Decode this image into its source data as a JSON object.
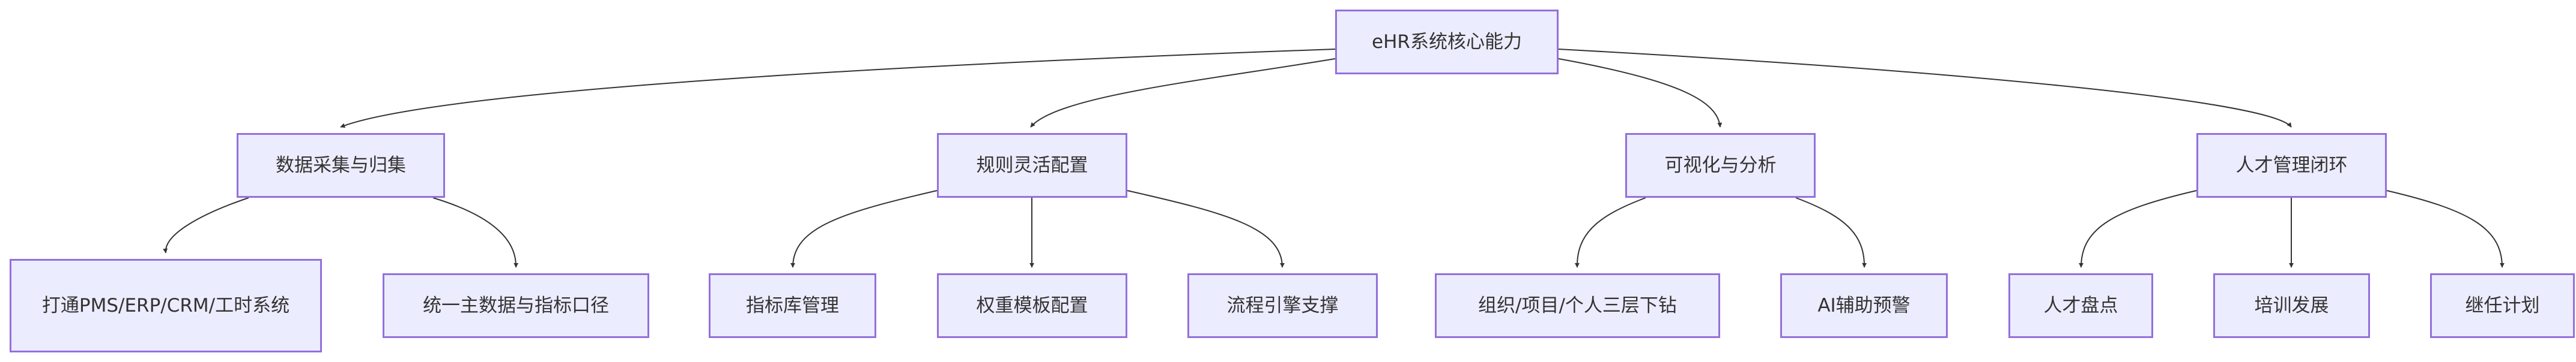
{
  "diagram": {
    "type": "flowchart-tree",
    "colors": {
      "node_fill": "#ECECFF",
      "node_border": "#9370DB",
      "edge": "#333333",
      "text": "#333333"
    },
    "root": {
      "id": "root",
      "label": "eHR系统核心能力"
    },
    "branches": [
      {
        "id": "b1",
        "label": "数据采集与归集",
        "children": [
          {
            "id": "b1c1",
            "label": "打通PMS/ERP/CRM/工时系统"
          },
          {
            "id": "b1c2",
            "label": "统一主数据与指标口径"
          }
        ]
      },
      {
        "id": "b2",
        "label": "规则灵活配置",
        "children": [
          {
            "id": "b2c1",
            "label": "指标库管理"
          },
          {
            "id": "b2c2",
            "label": "权重模板配置"
          },
          {
            "id": "b2c3",
            "label": "流程引擎支撑"
          }
        ]
      },
      {
        "id": "b3",
        "label": "可视化与分析",
        "children": [
          {
            "id": "b3c1",
            "label": "组织/项目/个人三层下钻"
          },
          {
            "id": "b3c2",
            "label": "AI辅助预警"
          }
        ]
      },
      {
        "id": "b4",
        "label": "人才管理闭环",
        "children": [
          {
            "id": "b4c1",
            "label": "人才盘点"
          },
          {
            "id": "b4c2",
            "label": "培训发展"
          },
          {
            "id": "b4c3",
            "label": "继任计划"
          }
        ]
      }
    ]
  }
}
